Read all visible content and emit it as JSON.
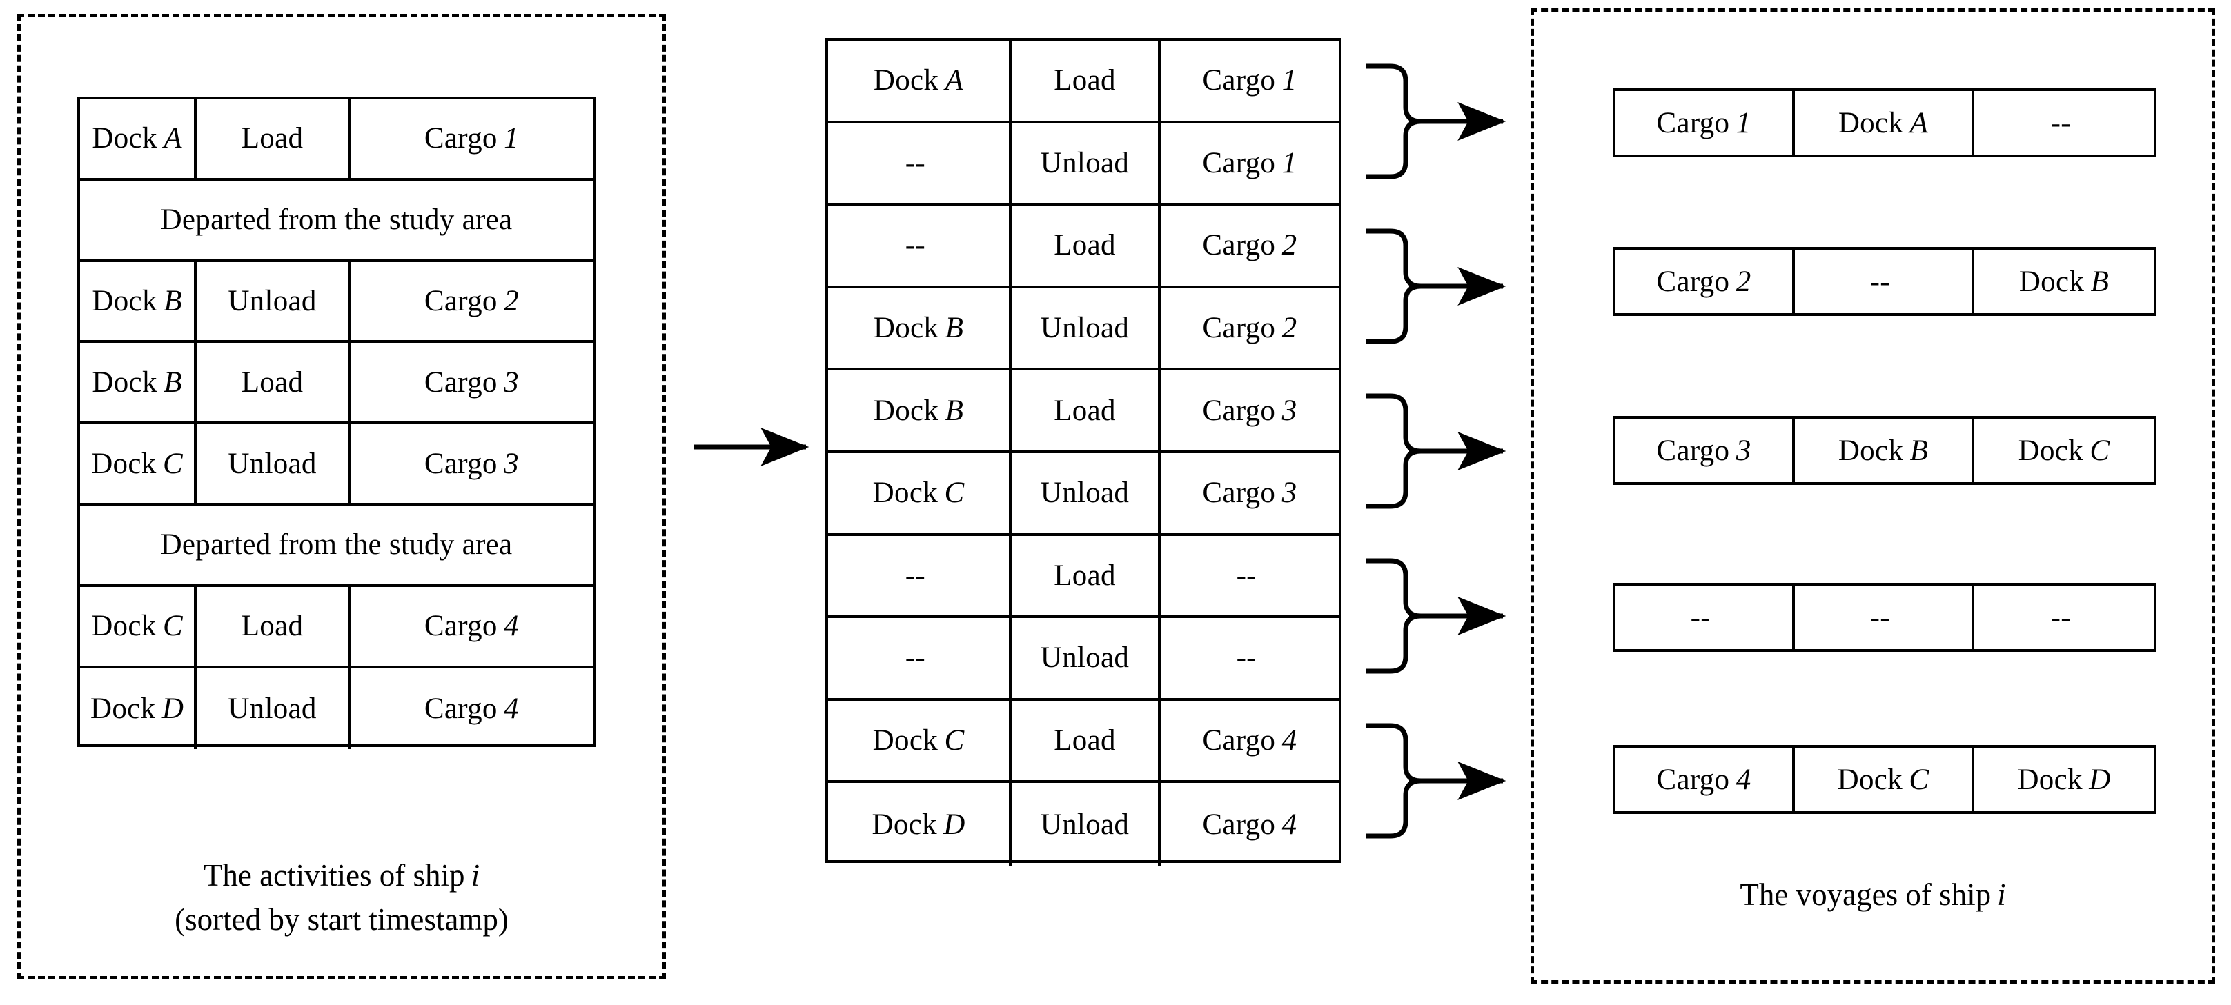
{
  "left_panel": {
    "caption_line1": "The activities of ship",
    "caption_line1_italic": "i",
    "caption_line2": "(sorted by start timestamp)",
    "departed_note": "Departed from the study area",
    "rows": [
      {
        "type": "cells",
        "cells": [
          {
            "text": "Dock",
            "italic": "A"
          },
          {
            "text": "Load",
            "italic": ""
          },
          {
            "text": "Cargo",
            "italic": "1"
          }
        ]
      },
      {
        "type": "note",
        "note": "Departed from the study area"
      },
      {
        "type": "cells",
        "cells": [
          {
            "text": "Dock",
            "italic": "B"
          },
          {
            "text": "Unload",
            "italic": ""
          },
          {
            "text": "Cargo",
            "italic": "2"
          }
        ]
      },
      {
        "type": "cells",
        "cells": [
          {
            "text": "Dock",
            "italic": "B"
          },
          {
            "text": "Load",
            "italic": ""
          },
          {
            "text": "Cargo",
            "italic": "3"
          }
        ]
      },
      {
        "type": "cells",
        "cells": [
          {
            "text": "Dock",
            "italic": "C"
          },
          {
            "text": "Unload",
            "italic": ""
          },
          {
            "text": "Cargo",
            "italic": "3"
          }
        ]
      },
      {
        "type": "note",
        "note": "Departed from the study area"
      },
      {
        "type": "cells",
        "cells": [
          {
            "text": "Dock",
            "italic": "C"
          },
          {
            "text": "Load",
            "italic": ""
          },
          {
            "text": "Cargo",
            "italic": "4"
          }
        ]
      },
      {
        "type": "cells",
        "cells": [
          {
            "text": "Dock",
            "italic": "D"
          },
          {
            "text": "Unload",
            "italic": ""
          },
          {
            "text": "Cargo",
            "italic": "4"
          }
        ]
      }
    ]
  },
  "middle_table": {
    "rows": [
      {
        "cells": [
          {
            "text": "Dock",
            "italic": "A"
          },
          {
            "text": "Load",
            "italic": ""
          },
          {
            "text": "Cargo",
            "italic": "1"
          }
        ]
      },
      {
        "cells": [
          {
            "text": "--",
            "italic": ""
          },
          {
            "text": "Unload",
            "italic": ""
          },
          {
            "text": "Cargo",
            "italic": "1"
          }
        ]
      },
      {
        "cells": [
          {
            "text": "--",
            "italic": ""
          },
          {
            "text": "Load",
            "italic": ""
          },
          {
            "text": "Cargo",
            "italic": "2"
          }
        ]
      },
      {
        "cells": [
          {
            "text": "Dock",
            "italic": "B"
          },
          {
            "text": "Unload",
            "italic": ""
          },
          {
            "text": "Cargo",
            "italic": "2"
          }
        ]
      },
      {
        "cells": [
          {
            "text": "Dock",
            "italic": "B"
          },
          {
            "text": "Load",
            "italic": ""
          },
          {
            "text": "Cargo",
            "italic": "3"
          }
        ]
      },
      {
        "cells": [
          {
            "text": "Dock",
            "italic": "C"
          },
          {
            "text": "Unload",
            "italic": ""
          },
          {
            "text": "Cargo",
            "italic": "3"
          }
        ]
      },
      {
        "cells": [
          {
            "text": "--",
            "italic": ""
          },
          {
            "text": "Load",
            "italic": ""
          },
          {
            "text": "--",
            "italic": ""
          }
        ]
      },
      {
        "cells": [
          {
            "text": "--",
            "italic": ""
          },
          {
            "text": "Unload",
            "italic": ""
          },
          {
            "text": "--",
            "italic": ""
          }
        ]
      },
      {
        "cells": [
          {
            "text": "Dock",
            "italic": "C"
          },
          {
            "text": "Load",
            "italic": ""
          },
          {
            "text": "Cargo",
            "italic": "4"
          }
        ]
      },
      {
        "cells": [
          {
            "text": "Dock",
            "italic": "D"
          },
          {
            "text": "Unload",
            "italic": ""
          },
          {
            "text": "Cargo",
            "italic": "4"
          }
        ]
      }
    ]
  },
  "right_panel": {
    "caption": "The voyages of ship",
    "caption_italic": "i",
    "voyages": [
      {
        "cells": [
          {
            "text": "Cargo",
            "italic": "1"
          },
          {
            "text": "Dock",
            "italic": "A"
          },
          {
            "text": "--",
            "italic": ""
          }
        ]
      },
      {
        "cells": [
          {
            "text": "Cargo",
            "italic": "2"
          },
          {
            "text": "--",
            "italic": ""
          },
          {
            "text": "Dock",
            "italic": "B"
          }
        ]
      },
      {
        "cells": [
          {
            "text": "Cargo",
            "italic": "3"
          },
          {
            "text": "Dock",
            "italic": "B"
          },
          {
            "text": "Dock",
            "italic": "C"
          }
        ]
      },
      {
        "cells": [
          {
            "text": "--",
            "italic": ""
          },
          {
            "text": "--",
            "italic": ""
          },
          {
            "text": "--",
            "italic": ""
          }
        ]
      },
      {
        "cells": [
          {
            "text": "Cargo",
            "italic": "4"
          },
          {
            "text": "Dock",
            "italic": "C"
          },
          {
            "text": "Dock",
            "italic": "D"
          }
        ]
      }
    ]
  },
  "connectors": {
    "main_arrow": "arrow-right",
    "brace_arrows": [
      "brace-arrow-1",
      "brace-arrow-2",
      "brace-arrow-3",
      "brace-arrow-4",
      "brace-arrow-5"
    ]
  },
  "colors": {
    "stroke": "#000000",
    "background": "#ffffff"
  }
}
